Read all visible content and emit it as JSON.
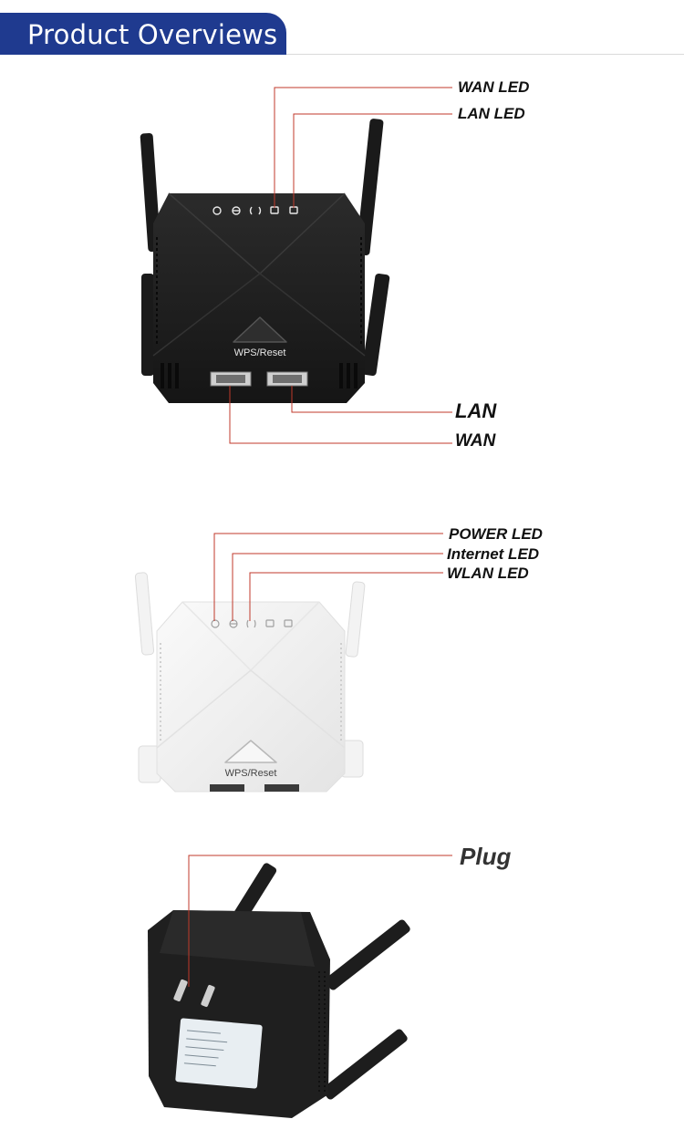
{
  "header": {
    "title": "Product Overviews"
  },
  "callouts": {
    "wan_led": "WAN LED",
    "lan_led": "LAN LED",
    "lan": "LAN",
    "wan": "WAN",
    "power_led": "POWER LED",
    "internet_led": "Internet LED",
    "wlan_led": "WLAN LED",
    "plug": "Plug"
  },
  "devices": {
    "black_button_label": "WPS/Reset",
    "white_button_label": "WPS/Reset"
  },
  "colors": {
    "header_bg": "#1f3a8f",
    "leader_line": "#c0392b",
    "device_black": "#1c1c1c",
    "device_white": "#f1f1f1"
  }
}
